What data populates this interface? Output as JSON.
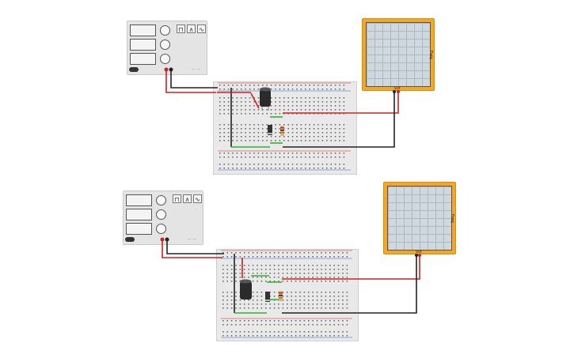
{
  "circuits": [
    {
      "function_generator": {
        "waveforms": [
          "⊓",
          "∧",
          "∿"
        ],
        "label": "— —"
      },
      "oscilloscope": {
        "side_label": "Freq",
        "bottom_label": "Volt"
      }
    },
    {
      "function_generator": {
        "waveforms": [
          "⊓",
          "∧",
          "∿"
        ],
        "label": "— —"
      },
      "oscilloscope": {
        "side_label": "Freq",
        "bottom_label": "Volt"
      }
    }
  ],
  "colors": {
    "wire_red": "#d12020",
    "wire_black": "#222222",
    "wire_green": "#2db32d",
    "scope_frame": "#f5a623"
  }
}
